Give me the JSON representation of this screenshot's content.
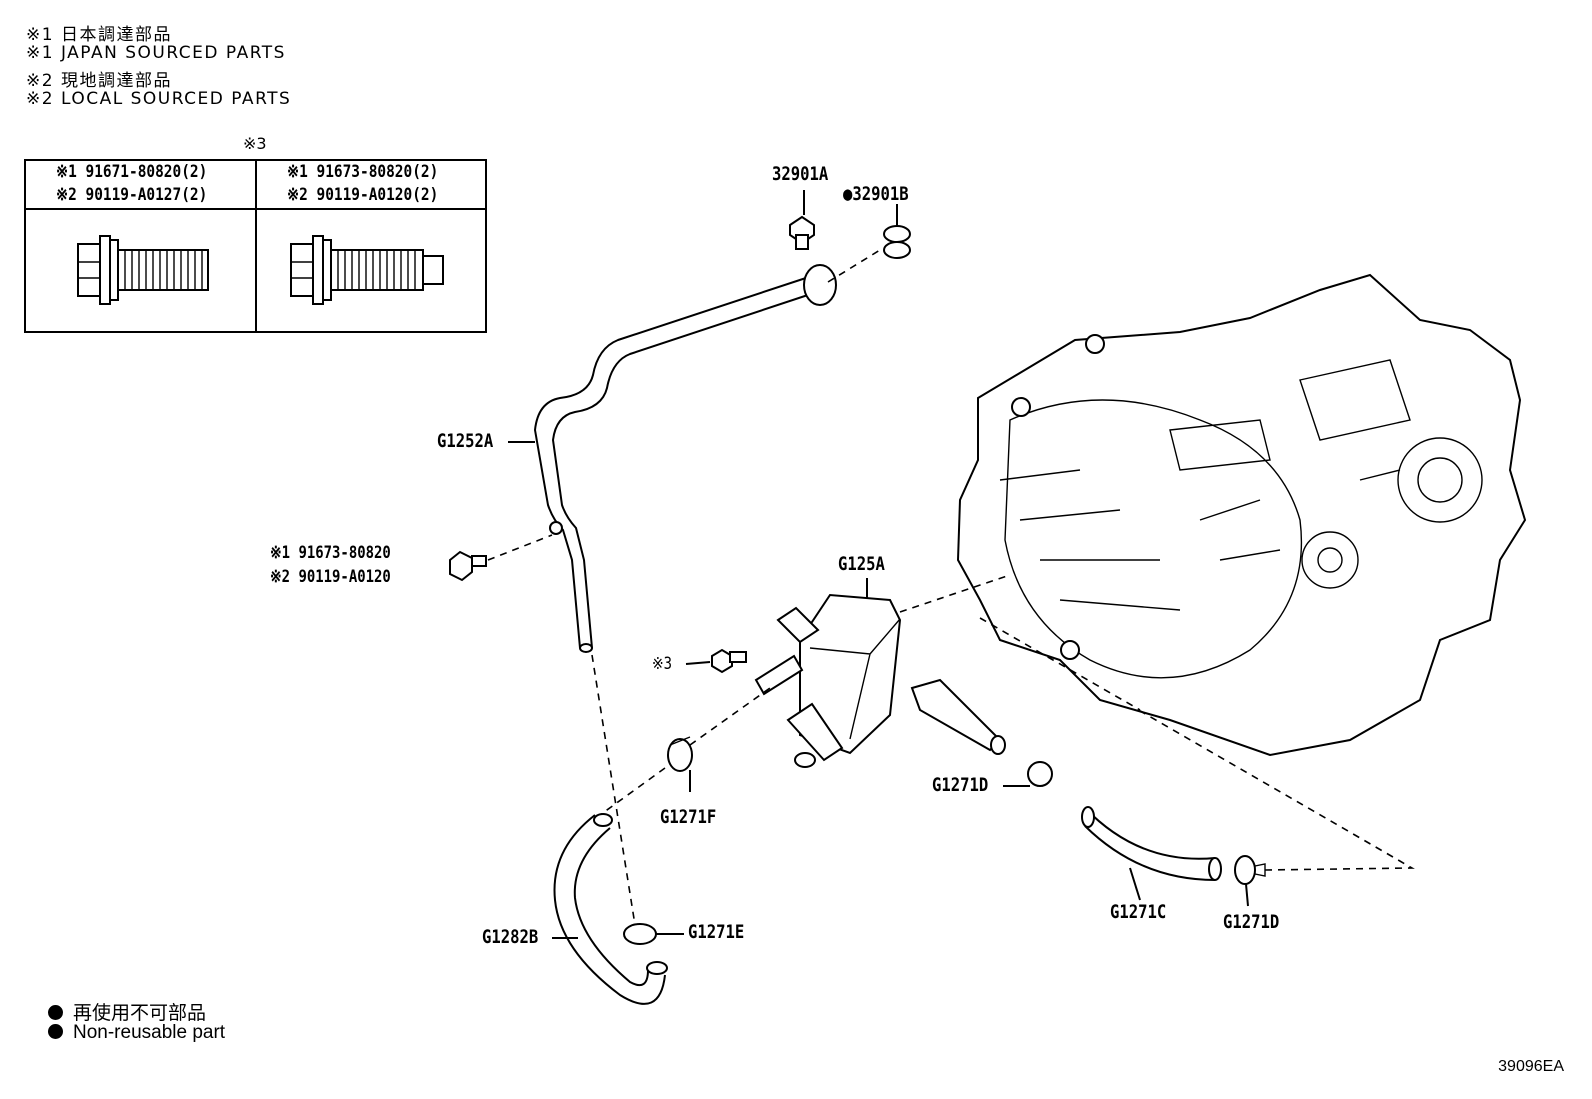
{
  "notes": [
    "※1 日本調達部品",
    "※1 JAPAN SOURCED PARTS",
    "※2 現地調達部品",
    "※2 LOCAL SOURCED PARTS"
  ],
  "table": {
    "header_mark": "※3",
    "col1": [
      "※1 91671-80820(2)",
      "※2 90119-A0127(2)"
    ],
    "col2": [
      "※1 91673-80820(2)",
      "※2 90119-A0120(2)"
    ]
  },
  "labels": {
    "p32901A": "32901A",
    "p32901B": "●32901B",
    "G1252A": "G1252A",
    "bolt_line1": "※1 91673-80820",
    "bolt_line2": "※2 90119-A0120",
    "G125A": "G125A",
    "mark3": "※3",
    "G1271F": "G1271F",
    "G1271D_upper": "G1271D",
    "G1271D_lower": "G1271D",
    "G1271C": "G1271C",
    "G1271E": "G1271E",
    "G1282B": "G1282B"
  },
  "legend": [
    "再使用不可部品",
    "Non-reusable part"
  ],
  "figure_code": "39096EA"
}
